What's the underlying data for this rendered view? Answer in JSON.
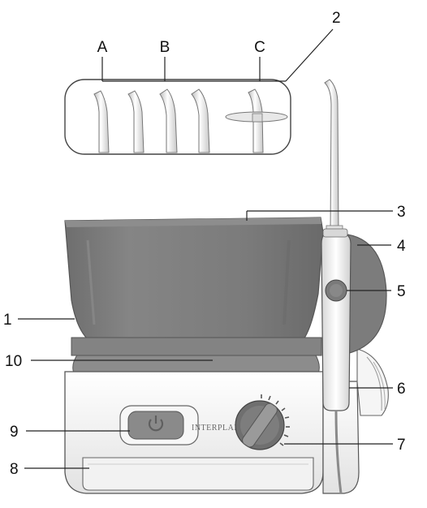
{
  "diagram": {
    "nozzle_labels": {
      "a": "A",
      "b": "B",
      "c": "C"
    },
    "callouts": {
      "c1": "1",
      "c2": "2",
      "c3": "3",
      "c4": "4",
      "c5": "5",
      "c6": "6",
      "c7": "7",
      "c8": "8",
      "c9": "9",
      "c10": "10"
    },
    "brand_text": "INTERPLAK",
    "colors": {
      "reservoir": "#7a7a7a",
      "body": "#f4f4f4",
      "outline": "#444444",
      "button": "#8a8a8a"
    }
  }
}
